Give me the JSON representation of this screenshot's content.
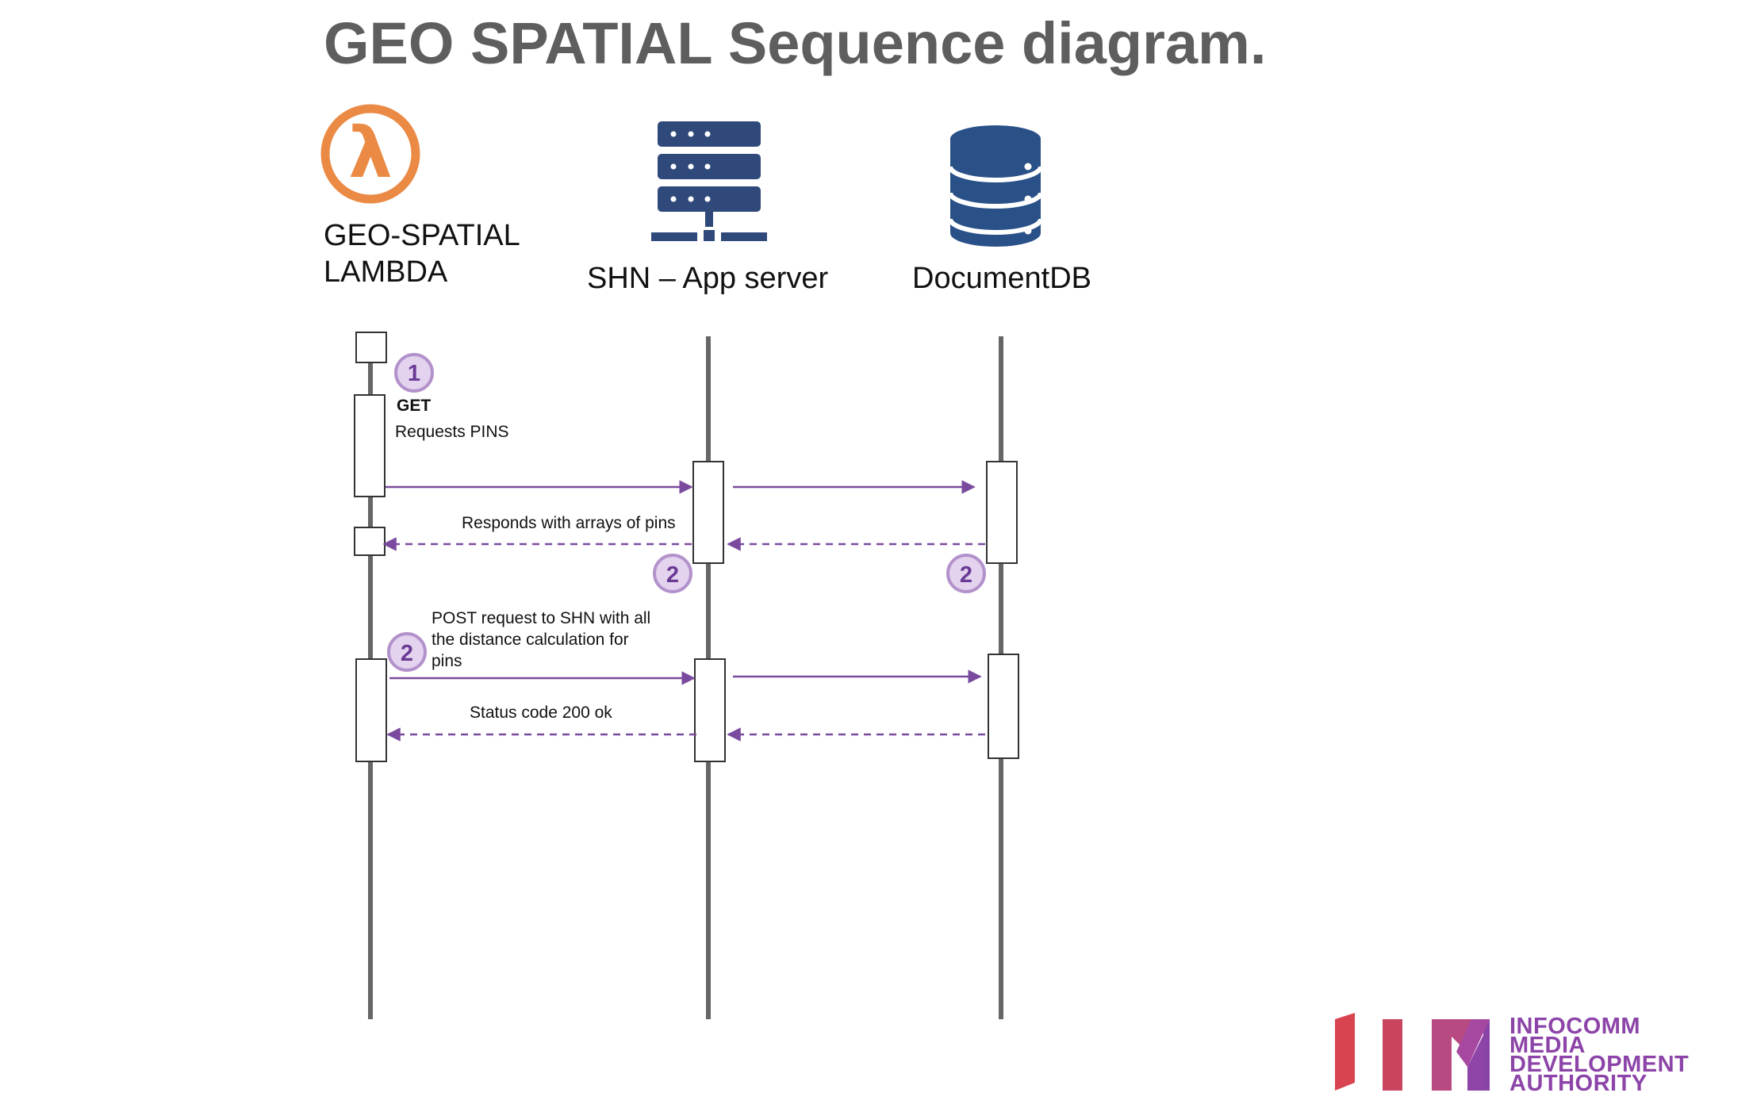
{
  "title": "GEO SPATIAL Sequence diagram.",
  "actors": [
    {
      "line1": "GEO-SPATIAL",
      "line2": "LAMBDA",
      "icon": "lambda-icon"
    },
    {
      "label": "SHN – App server",
      "icon": "server-icon"
    },
    {
      "label": "DocumentDB",
      "icon": "database-icon"
    }
  ],
  "steps": [
    {
      "badge": "1",
      "method": "GET",
      "text": "Requests PINS"
    },
    {
      "badge": "2",
      "text": "Responds with arrays of pins"
    },
    {
      "badge": "2",
      "line1": "POST request to SHN with all",
      "line2": "the distance calculation for",
      "line3": "pins"
    },
    {
      "text": "Status code 200 ok"
    }
  ],
  "logo": {
    "line1": "INFOCOMM",
    "line2": "MEDIA",
    "line3": "DEVELOPMENT",
    "line4": "AUTHORITY"
  },
  "colors": {
    "title": "#5e5e5e",
    "lambda": "#ea8a45",
    "icon_blue": "#2f4a7a",
    "arrow": "#7a4a9e",
    "badge_fill": "#e3d3ee",
    "badge_stroke": "#b392cc",
    "badge_text": "#6a3a95",
    "lifeline": "#666666",
    "logo_text": "#8c44a8"
  }
}
